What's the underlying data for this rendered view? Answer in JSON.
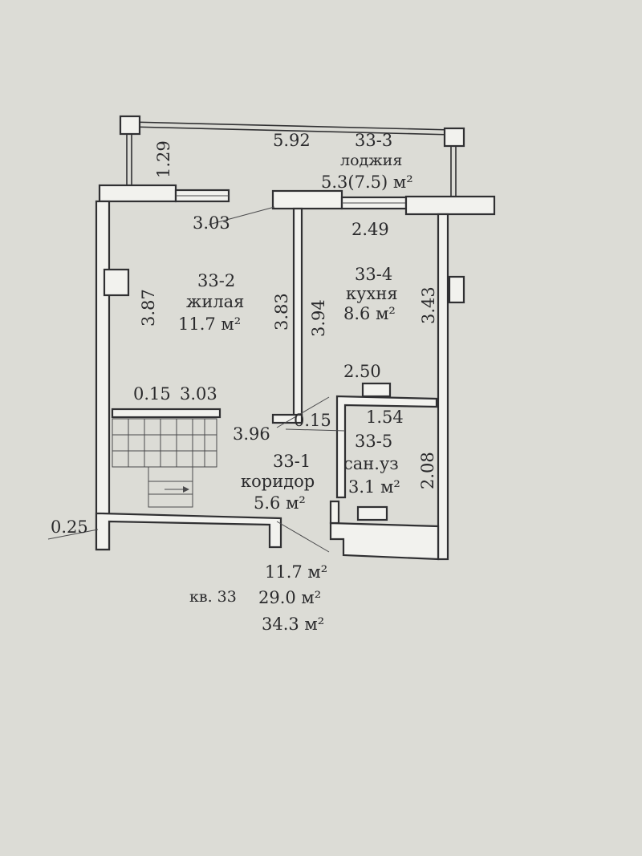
{
  "rooms": {
    "loggia": {
      "id": "33-3",
      "name": "лоджия",
      "area": "5.3(7.5) м²"
    },
    "living": {
      "id": "33-2",
      "name": "жилая",
      "area": "11.7 м²"
    },
    "kitchen": {
      "id": "33-4",
      "name": "кухня",
      "area": "8.6 м²"
    },
    "bathroom": {
      "id": "33-5",
      "name": "сан.уз",
      "area": "3.1 м²"
    },
    "corridor": {
      "id": "33-1",
      "name": "коридор",
      "area": "5.6 м²"
    }
  },
  "dimensions": {
    "loggia_width": "5.92",
    "loggia_depth": "1.29",
    "living_top": "3.03",
    "kitchen_top": "2.49",
    "living_height_left": "3.87",
    "living_height_right": "3.83",
    "kitchen_height_left": "3.94",
    "kitchen_height_right": "3.43",
    "bath_top": "2.50",
    "bath_inner": "1.54",
    "bath_height": "2.08",
    "stair_offset": "0.15",
    "stair_width": "3.03",
    "corridor_width": "3.96",
    "partition": "0.15",
    "wall_thickness": "0.25"
  },
  "summary": {
    "apartment_label": "кв. 33",
    "living_area": "11.7 м²",
    "usable_area": "29.0 м²",
    "total_area": "34.3 м²"
  }
}
